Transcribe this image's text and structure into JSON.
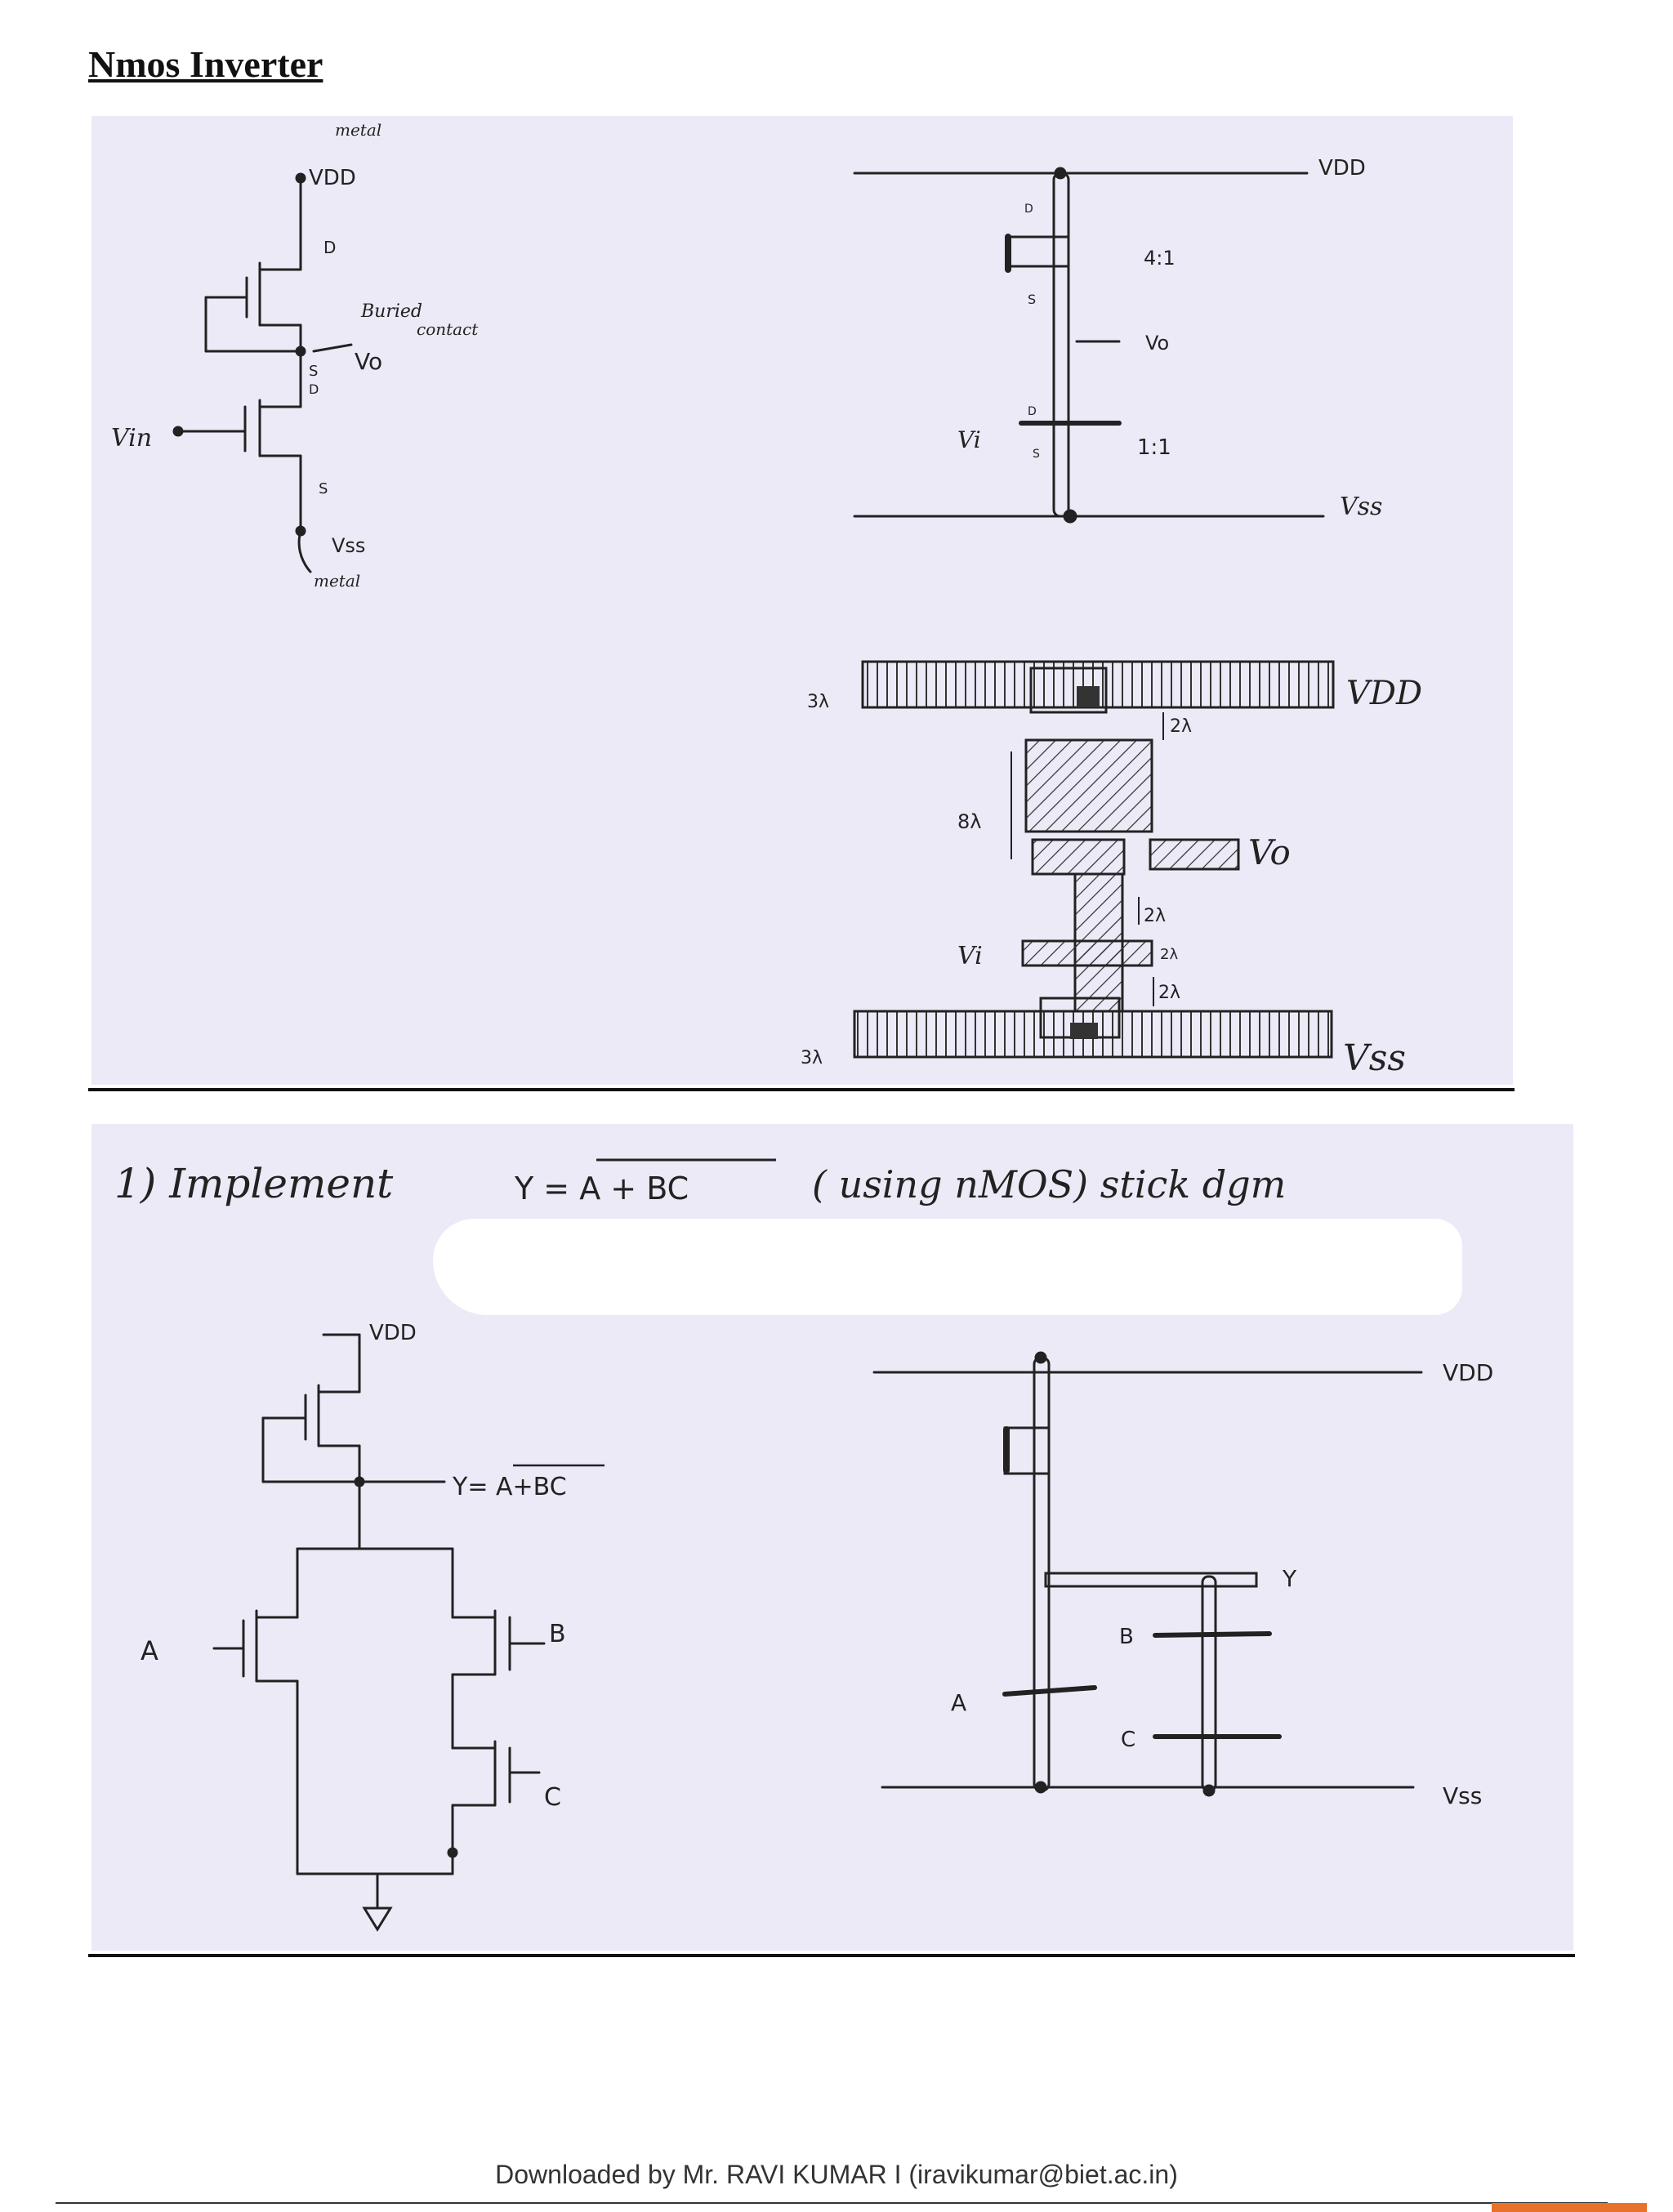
{
  "page_title": "Nmos Inverter",
  "inverter": {
    "schematic": {
      "vdd": "VDD",
      "vdd_note": "metal",
      "d_top": "D",
      "s_mid": "S",
      "d_mid": "D",
      "s_bottom": "S",
      "vo": "Vo",
      "buried_note": "Buried",
      "contact_note": "contact",
      "vin": "Vin",
      "vss": "Vss",
      "vss_note": "metal"
    },
    "stick": {
      "vdd": "VDD",
      "vss": "Vss",
      "d1": "D",
      "s1": "S",
      "ratio_top": "4:1",
      "vo": "Vo",
      "vi": "Vi",
      "d2": "D",
      "s2": "S",
      "ratio_bottom": "1:1"
    },
    "layout": {
      "top_width": "3λ",
      "vdd": "VDD",
      "gap_top": "2λ",
      "length": "8λ",
      "vo": "Vo",
      "gap_mid": "2λ",
      "vi": "Vi",
      "gate_ext": "2λ",
      "gap_bottom": "2λ",
      "bottom_width": "3λ",
      "vss": "Vss"
    }
  },
  "exercise": {
    "heading_prefix": "1) Implement",
    "equation": "Y = A + BC",
    "method": "( using nMOS) stick dgm",
    "schematic": {
      "vdd": "VDD",
      "output": "Y= A+BC",
      "a": "A",
      "b": "B",
      "c": "C"
    },
    "stick": {
      "vdd": "VDD",
      "vss": "Vss",
      "y": "Y",
      "a": "A",
      "b": "B",
      "c": "C"
    }
  },
  "footer": {
    "text": "Downloaded by Mr. RAVI KUMAR I (iravikumar@biet.ac.in)"
  },
  "colors": {
    "scan_background": "#eceaf6",
    "ink": "#222222",
    "footer_accent": "#e8722c"
  }
}
